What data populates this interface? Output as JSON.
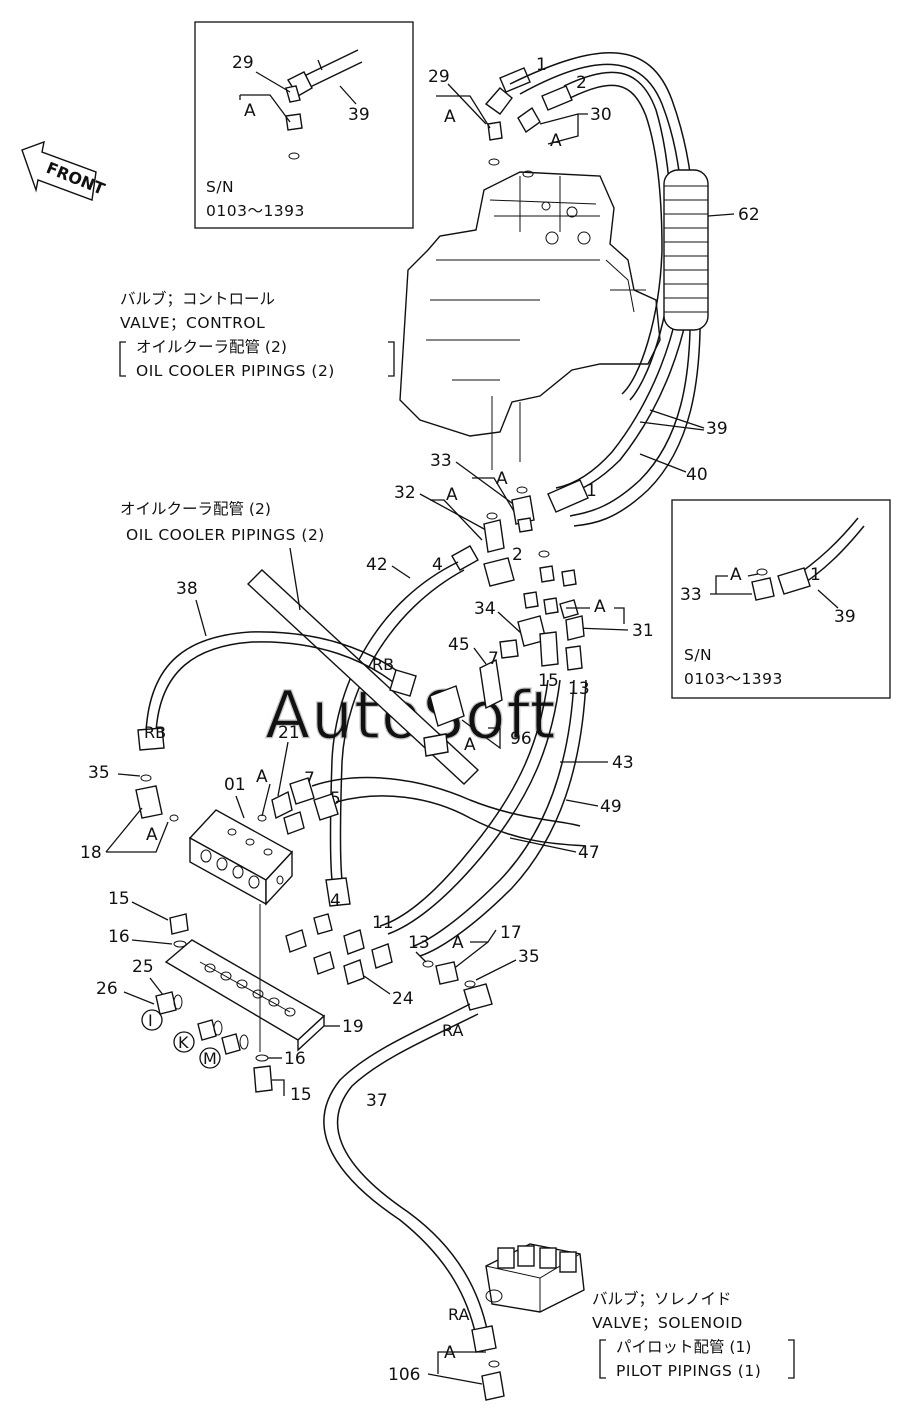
{
  "labels": {
    "front": "FRONT",
    "inset_left": {
      "sn": "S/N",
      "range": "0103～1393"
    },
    "inset_right": {
      "sn": "S/N",
      "range": "0103～1393"
    },
    "control_valve": {
      "jp": "バルブ；コントロール",
      "en": "VALVE；CONTROL",
      "piping_jp": "オイルクーラ配管 (2)",
      "piping_en": "OIL COOLER PIPINGS (2)"
    },
    "oil_cooler": {
      "piping_jp": "オイルクーラ配管 (2)",
      "piping_en": "OIL COOLER PIPINGS (2)"
    },
    "solenoid_valve": {
      "jp": "バルブ；ソレノイド",
      "en": "VALVE；SOLENOID",
      "piping_jp": "パイロット配管 (1)",
      "piping_en": "PILOT PIPINGS (1)"
    },
    "watermark": "AutoSoft"
  },
  "callouts": {
    "n29a": "29",
    "n39a": "39",
    "n29b": "29",
    "n2a": "2",
    "n30": "30",
    "n1a": "1",
    "n62": "62",
    "n39b": "39",
    "n40": "40",
    "n33a": "33",
    "n32": "32",
    "n42": "42",
    "n4a": "4",
    "n2b": "2",
    "n1b": "1",
    "n33b": "33",
    "n39c": "39",
    "n34": "34",
    "n31": "31",
    "n45": "45",
    "n7a": "7",
    "n5a": "5",
    "n13a": "13",
    "n38": "38",
    "rb1": "RB",
    "rb2": "RB",
    "n96": "96",
    "n43": "43",
    "n21": "21",
    "n35a": "35",
    "n01": "01",
    "n7b": "7",
    "n5b": "5",
    "n49": "49",
    "n18": "18",
    "n47": "47",
    "n4b": "4",
    "n15a": "15",
    "n11": "11",
    "n16a": "16",
    "n13b": "13",
    "n17": "17",
    "n35b": "35",
    "n25": "25",
    "n26": "26",
    "n24": "24",
    "ci": "I",
    "ck": "K",
    "cm": "M",
    "n19": "19",
    "n16b": "16",
    "ra1": "RA",
    "n15b": "15",
    "n37": "37",
    "ra2": "RA",
    "n106": "106",
    "n1c": "1",
    "n1d": "1",
    "a1": "A",
    "a2": "A",
    "a3": "A",
    "a4": "A",
    "a5": "A",
    "a6": "A",
    "a7": "A",
    "a8": "A",
    "a9": "A",
    "a10": "A",
    "a11": "A",
    "a12": "A"
  },
  "colors": {
    "ink": "#111111",
    "paper": "#ffffff",
    "watermark": "#c9c9c9"
  }
}
